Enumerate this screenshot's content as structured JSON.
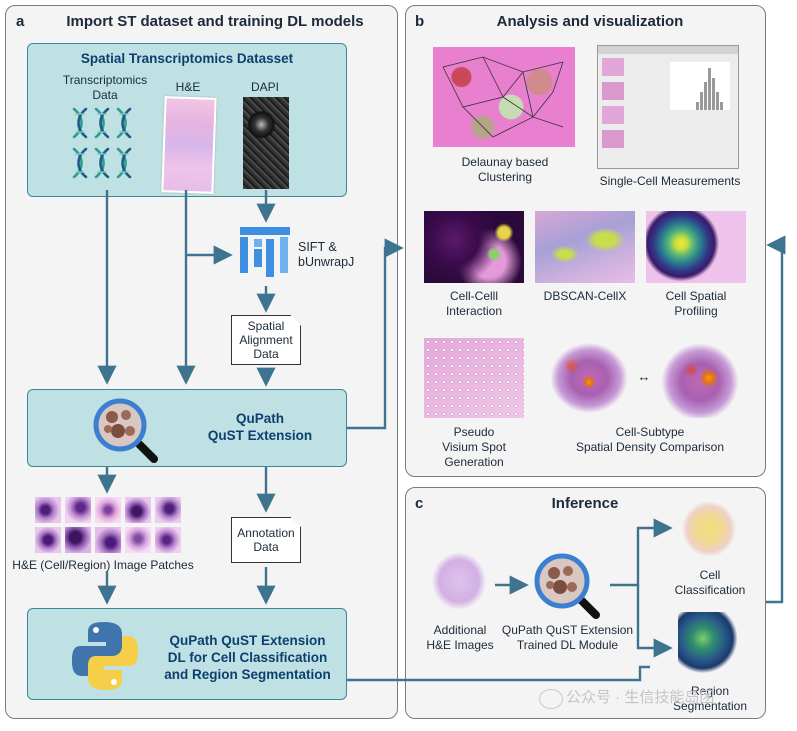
{
  "panel_a": {
    "letter": "a",
    "title": "Import ST dataset and training DL models"
  },
  "panel_b": {
    "letter": "b",
    "title": "Analysis and visualization"
  },
  "panel_c": {
    "letter": "c",
    "title": "Inference"
  },
  "dataset": {
    "title": "Spatial Transcriptomics Datasset",
    "transcriptomics": "Transcriptomics\nData",
    "he": "H&E",
    "dapi": "DAPI"
  },
  "sift": "SIFT &\nbUnwrapJ",
  "spatial_alignment": "Spatial\nAlignment\nData",
  "qupath_ext": "QuPath\nQuST Extension",
  "patches_label": "H&E (Cell/Region) Image Patches",
  "annotation": "Annotation\nData",
  "dl_ext": "QuPath QuST Extension\nDL for Cell Classification\nand Region Segmentation",
  "analysis": {
    "delaunay": "Delaunay based\nClustering",
    "single_cell": "Single-Cell Measurements",
    "cell_interaction": "Cell-Celll\nInteraction",
    "dbscan": "DBSCAN-CellX",
    "spatial_profiling": "Cell Spatial\nProfiling",
    "pseudo_visium": "Pseudo\nVisium Spot\nGeneration",
    "density": "Cell-Subtype\nSpatial Density Comparison"
  },
  "inference": {
    "additional": "Additional\nH&E Images",
    "trained": "QuPath QuST Extension\nTrained DL Module",
    "cell_class": "Cell\nClassification",
    "region_seg": "Region\nSegmentation"
  },
  "watermark": "公众号 · 生信技能岛团",
  "colors": {
    "teal_fill": "#bfe1e4",
    "teal_border": "#3c8a97",
    "arrow": "#3f7490",
    "panel_fill": "#f4f4f4"
  }
}
